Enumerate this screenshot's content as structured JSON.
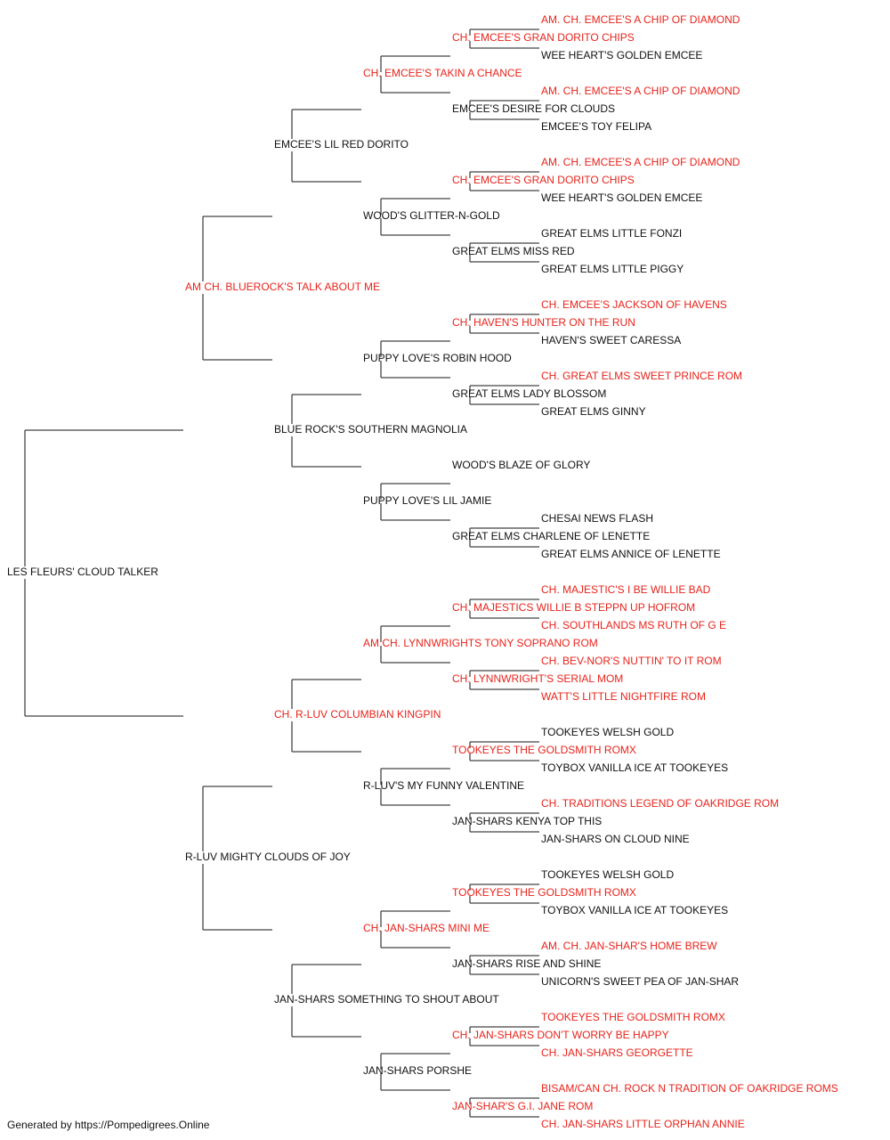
{
  "colors": {
    "champion": "#e8231b",
    "normal": "#111111",
    "connector": "#444444"
  },
  "pedigree": {
    "name": "LES FLEURS' CLOUD TALKER",
    "ch": false,
    "sire": {
      "name": "AM CH. BLUEROCK'S TALK ABOUT ME",
      "ch": true,
      "sire": {
        "name": "EMCEE'S LIL RED DORITO",
        "ch": false,
        "sire": {
          "name": "CH. EMCEE'S TAKIN A CHANCE",
          "ch": true,
          "sire": {
            "name": "CH. EMCEE'S GRAN DORITO CHIPS",
            "ch": true,
            "sire": {
              "name": "AM. CH. EMCEE'S A CHIP OF DIAMOND",
              "ch": true
            },
            "dam": {
              "name": "WEE HEART'S GOLDEN EMCEE",
              "ch": false
            }
          },
          "dam": {
            "name": "EMCEE'S DESIRE FOR CLOUDS",
            "ch": false,
            "sire": {
              "name": "AM. CH. EMCEE'S A CHIP OF DIAMOND",
              "ch": true
            },
            "dam": {
              "name": "EMCEE'S TOY FELIPA",
              "ch": false
            }
          }
        },
        "dam": {
          "name": "WOOD'S GLITTER-N-GOLD",
          "ch": false,
          "sire": {
            "name": "CH. EMCEE'S GRAN DORITO CHIPS",
            "ch": true,
            "sire": {
              "name": "AM. CH. EMCEE'S A CHIP OF DIAMOND",
              "ch": true
            },
            "dam": {
              "name": "WEE HEART'S GOLDEN EMCEE",
              "ch": false
            }
          },
          "dam": {
            "name": "GREAT ELMS MISS RED",
            "ch": false,
            "sire": {
              "name": "GREAT ELMS LITTLE FONZI",
              "ch": false
            },
            "dam": {
              "name": "GREAT ELMS LITTLE PIGGY",
              "ch": false
            }
          }
        }
      },
      "dam": {
        "name": "BLUE ROCK'S SOUTHERN MAGNOLIA",
        "ch": false,
        "sire": {
          "name": "PUPPY LOVE'S ROBIN HOOD",
          "ch": false,
          "sire": {
            "name": "CH. HAVEN'S HUNTER ON THE RUN",
            "ch": true,
            "sire": {
              "name": "CH. EMCEE'S JACKSON OF HAVENS",
              "ch": true
            },
            "dam": {
              "name": "HAVEN'S SWEET CARESSA",
              "ch": false
            }
          },
          "dam": {
            "name": "GREAT ELMS LADY BLOSSOM",
            "ch": false,
            "sire": {
              "name": "CH. GREAT ELMS SWEET PRINCE ROM",
              "ch": true
            },
            "dam": {
              "name": "GREAT ELMS GINNY",
              "ch": false
            }
          }
        },
        "dam": {
          "name": "PUPPY LOVE'S LIL JAMIE",
          "ch": false,
          "sire": {
            "name": "WOOD'S BLAZE OF GLORY",
            "ch": false
          },
          "dam": {
            "name": "GREAT ELMS CHARLENE OF LENETTE",
            "ch": false,
            "sire": {
              "name": "CHESAI NEWS FLASH",
              "ch": false
            },
            "dam": {
              "name": "GREAT ELMS ANNICE OF LENETTE",
              "ch": false
            }
          }
        }
      }
    },
    "dam": {
      "name": "R-LUV MIGHTY CLOUDS OF JOY",
      "ch": false,
      "sire": {
        "name": "CH. R-LUV COLUMBIAN KINGPIN",
        "ch": true,
        "sire": {
          "name": "AM CH. LYNNWRIGHTS TONY SOPRANO ROM",
          "ch": true,
          "sire": {
            "name": "CH. MAJESTICS WILLIE B STEPPN UP HOFROM",
            "ch": true,
            "sire": {
              "name": "CH. MAJESTIC'S I BE WILLIE BAD",
              "ch": true
            },
            "dam": {
              "name": "CH. SOUTHLANDS MS RUTH OF G E",
              "ch": true
            }
          },
          "dam": {
            "name": "CH. LYNNWRIGHT'S SERIAL MOM",
            "ch": true,
            "sire": {
              "name": "CH. BEV-NOR'S NUTTIN' TO IT ROM",
              "ch": true
            },
            "dam": {
              "name": "WATT'S LITTLE NIGHTFIRE ROM",
              "ch": true
            }
          }
        },
        "dam": {
          "name": "R-LUV'S MY FUNNY VALENTINE",
          "ch": false,
          "sire": {
            "name": "TOOKEYES THE GOLDSMITH ROMX",
            "ch": true,
            "sire": {
              "name": "TOOKEYES WELSH GOLD",
              "ch": false
            },
            "dam": {
              "name": "TOYBOX VANILLA ICE AT TOOKEYES",
              "ch": false
            }
          },
          "dam": {
            "name": "JAN-SHARS KENYA TOP THIS",
            "ch": false,
            "sire": {
              "name": "CH. TRADITIONS LEGEND OF OAKRIDGE ROM",
              "ch": true
            },
            "dam": {
              "name": "JAN-SHARS ON CLOUD NINE",
              "ch": false
            }
          }
        }
      },
      "dam": {
        "name": "JAN-SHARS SOMETHING TO SHOUT ABOUT",
        "ch": false,
        "sire": {
          "name": "CH. JAN-SHARS MINI ME",
          "ch": true,
          "sire": {
            "name": "TOOKEYES THE GOLDSMITH ROMX",
            "ch": true,
            "sire": {
              "name": "TOOKEYES WELSH GOLD",
              "ch": false
            },
            "dam": {
              "name": "TOYBOX VANILLA ICE AT TOOKEYES",
              "ch": false
            }
          },
          "dam": {
            "name": "JAN-SHARS RISE AND SHINE",
            "ch": false,
            "sire": {
              "name": "AM. CH. JAN-SHAR'S HOME BREW",
              "ch": true
            },
            "dam": {
              "name": "UNICORN'S SWEET PEA OF JAN-SHAR",
              "ch": false
            }
          }
        },
        "dam": {
          "name": "JAN-SHARS PORSHE",
          "ch": false,
          "sire": {
            "name": "CH. JAN-SHARS DON'T WORRY BE HAPPY",
            "ch": true,
            "sire": {
              "name": "TOOKEYES THE GOLDSMITH ROMX",
              "ch": true
            },
            "dam": {
              "name": "CH. JAN-SHARS GEORGETTE",
              "ch": true
            }
          },
          "dam": {
            "name": "JAN-SHAR'S G.I. JANE ROM",
            "ch": true,
            "sire": {
              "name": "BISAM/CAN CH. ROCK N TRADITION OF OAKRIDGE ROMS",
              "ch": true
            },
            "dam": {
              "name": "CH. JAN-SHARS LITTLE ORPHAN ANNIE",
              "ch": true
            }
          }
        }
      }
    }
  },
  "footer": {
    "text": "Generated by https://Pompedigrees.Online"
  }
}
